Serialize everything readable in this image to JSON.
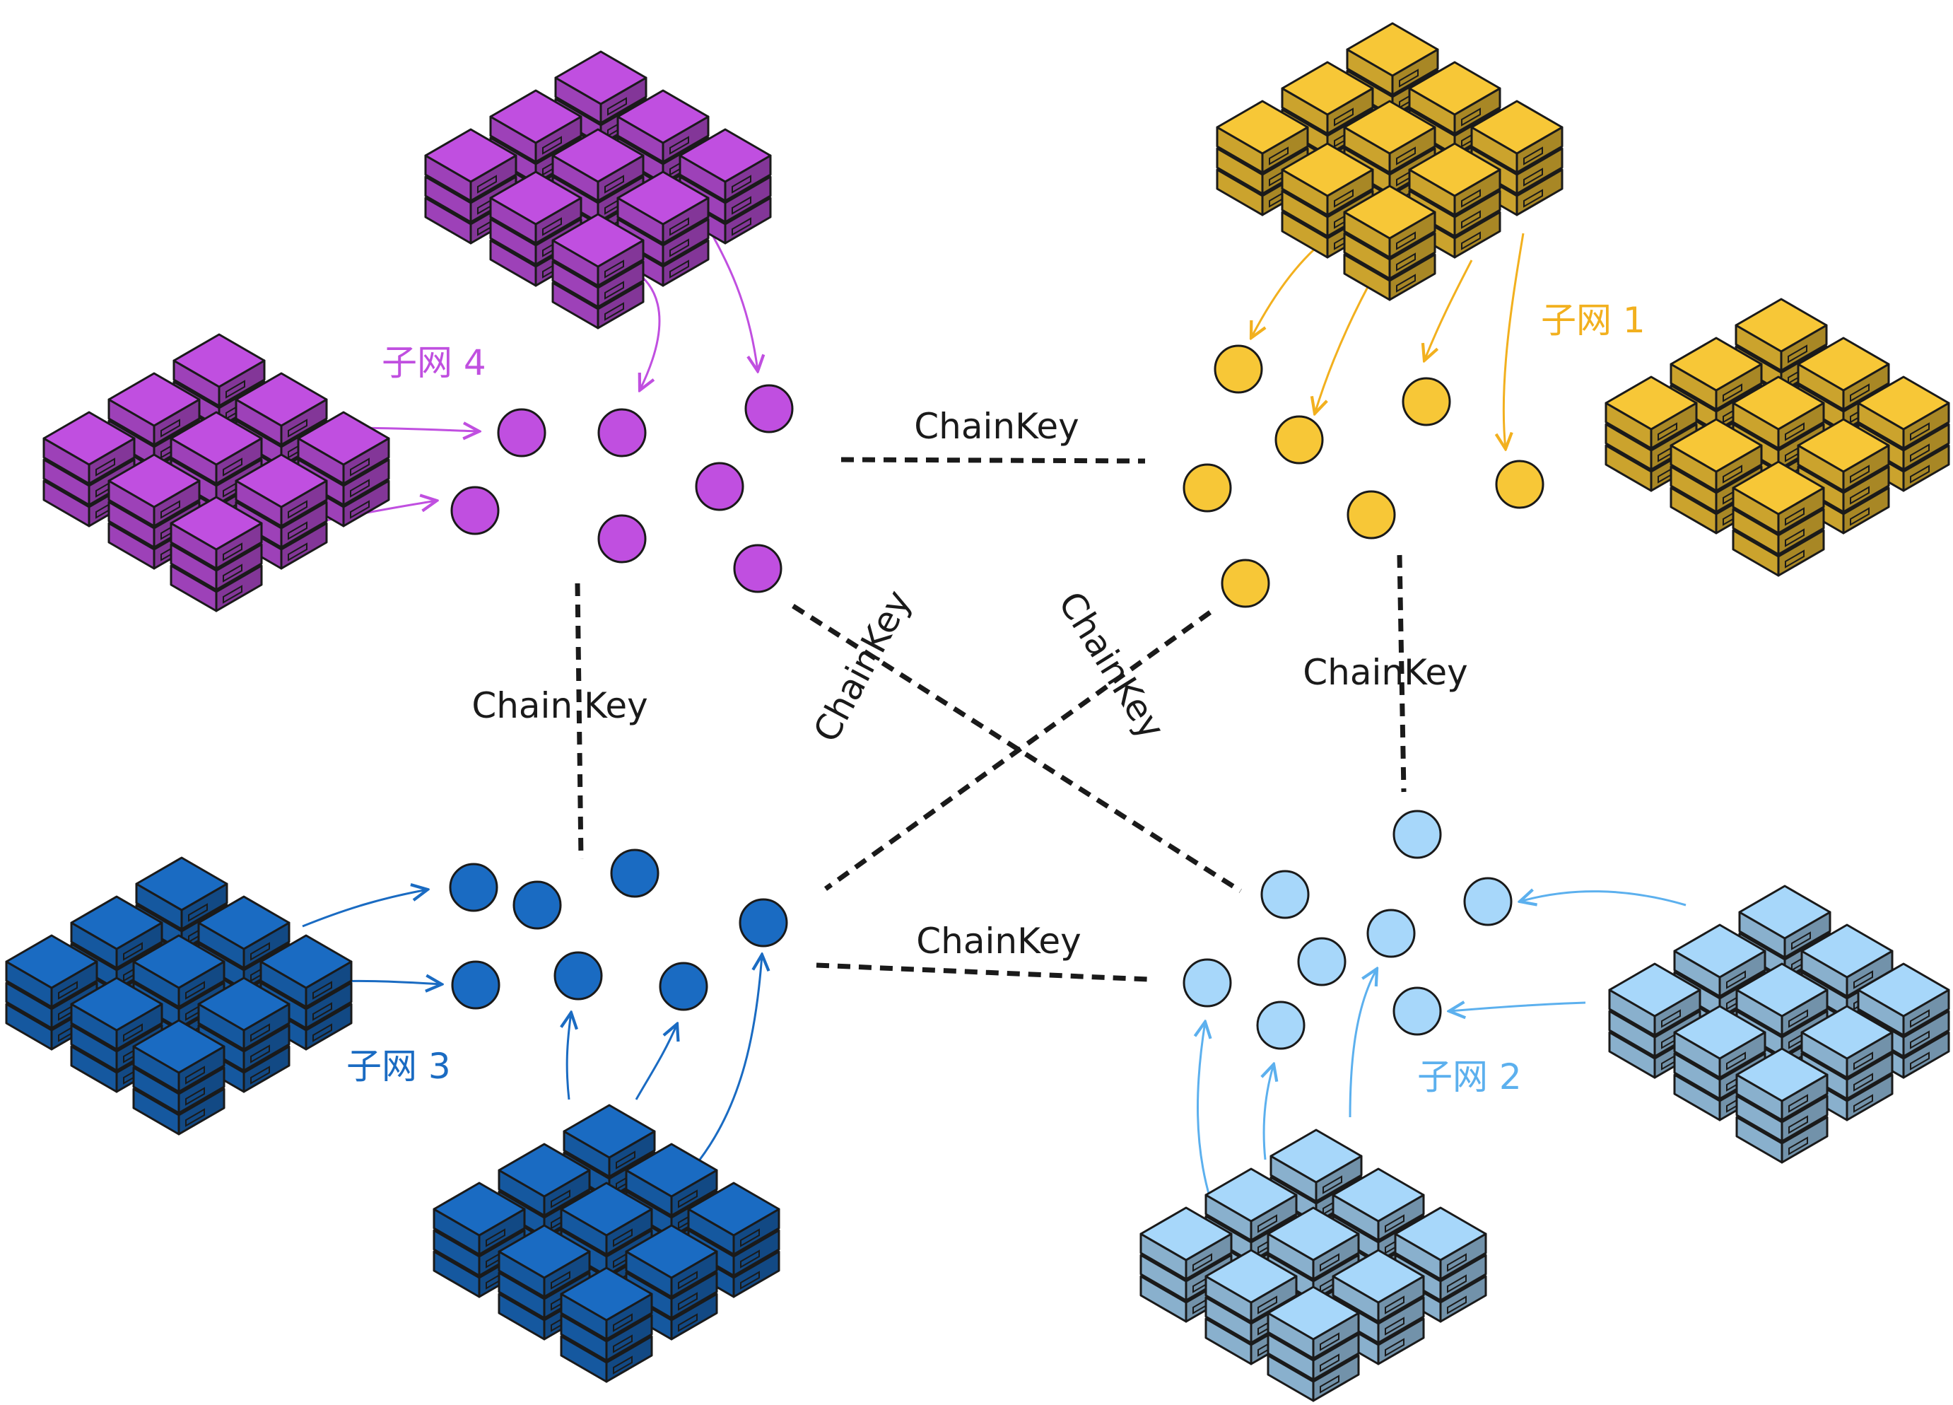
{
  "colors": {
    "purple": "#c04fe0",
    "yellow": "#f7c737",
    "arrow_yellow": "#f2b01e",
    "dark_blue": "#1a6bc2",
    "light_blue": "#a7d7fa",
    "arrow_light_blue": "#5cb0ee",
    "text_dark": "#1a1a1a",
    "outline": "#1a1a1a"
  },
  "subnets": [
    {
      "id": "subnet-1",
      "label": "子网 1",
      "color": "yellow",
      "arrow": "arrow_yellow",
      "text_color": "#f2b01e"
    },
    {
      "id": "subnet-2",
      "label": "子网 2",
      "color": "light_blue",
      "arrow": "arrow_light_blue",
      "text_color": "#5cb0ee"
    },
    {
      "id": "subnet-3",
      "label": "子网 3",
      "color": "dark_blue",
      "arrow": "dark_blue",
      "text_color": "#1a6bc2"
    },
    {
      "id": "subnet-4",
      "label": "子网 4",
      "color": "purple",
      "arrow": "purple",
      "text_color": "#c04fe0"
    }
  ],
  "links": [
    {
      "id": "link-4-1",
      "label": "ChainKey",
      "between": [
        "subnet-4",
        "subnet-1"
      ]
    },
    {
      "id": "link-4-3",
      "label": "Chain Key",
      "between": [
        "subnet-4",
        "subnet-3"
      ]
    },
    {
      "id": "link-4-2",
      "label": "ChainKey",
      "between": [
        "subnet-4",
        "subnet-2"
      ]
    },
    {
      "id": "link-3-1",
      "label": "ChainKey",
      "between": [
        "subnet-3",
        "subnet-1"
      ]
    },
    {
      "id": "link-1-2",
      "label": "ChainKey",
      "between": [
        "subnet-1",
        "subnet-2"
      ]
    },
    {
      "id": "link-3-2",
      "label": "ChainKey",
      "between": [
        "subnet-3",
        "subnet-2"
      ]
    }
  ],
  "icons": {
    "node": "node-circle-icon",
    "server_cluster": "server-cluster-icon"
  }
}
